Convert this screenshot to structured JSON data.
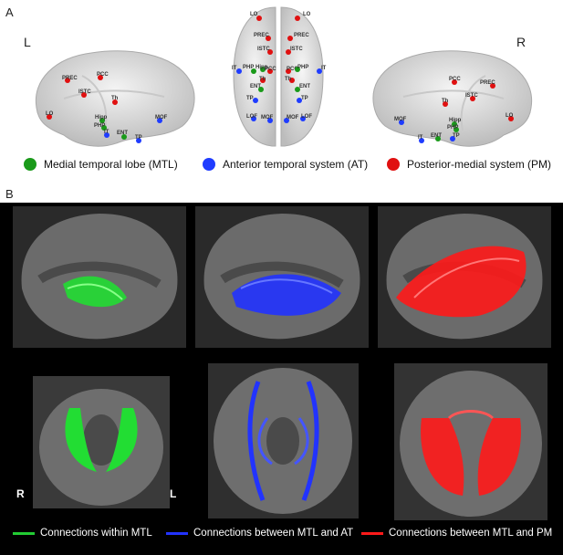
{
  "panel_a": {
    "letter": "A",
    "left_label": "L",
    "right_label": "R",
    "legend": [
      {
        "label": "Medial temporal lobe (MTL)",
        "color": "#1a9a1a"
      },
      {
        "label": "Anterior temporal system (AT)",
        "color": "#1f3cff"
      },
      {
        "label": "Posterior-medial system (PM)",
        "color": "#e01010"
      }
    ],
    "nodes_left": [
      "PREC",
      "PCC",
      "ISTC",
      "Th",
      "LO",
      "Hipp",
      "PHP",
      "IT",
      "ENT",
      "TP",
      "MOF"
    ],
    "nodes_top": [
      "LO",
      "LO",
      "PREC",
      "PREC",
      "ISTC",
      "ISTC",
      "IT",
      "PHP",
      "Hipp",
      "PCC",
      "PCC",
      "PHP",
      "IT",
      "Th",
      "Th",
      "ENT",
      "ENT",
      "TP",
      "TP",
      "LOF",
      "MOF",
      "MOF",
      "LOF"
    ],
    "nodes_right": [
      "PCC",
      "PREC",
      "ISTC",
      "Th",
      "MOF",
      "Hipp",
      "PHP",
      "LO",
      "ENT",
      "TP",
      "IT"
    ]
  },
  "panel_b": {
    "letter": "B",
    "r_label": "R",
    "l_label": "L",
    "legend": [
      {
        "label": "Connections within MTL",
        "color": "#22cc33"
      },
      {
        "label": "Connections between MTL and AT",
        "color": "#2233ff"
      },
      {
        "label": "Connections between MTL and PM",
        "color": "#ff1a1a"
      }
    ]
  },
  "colors": {
    "mtl": "#1a9a1a",
    "at": "#1f3cff",
    "pm": "#e01010"
  }
}
